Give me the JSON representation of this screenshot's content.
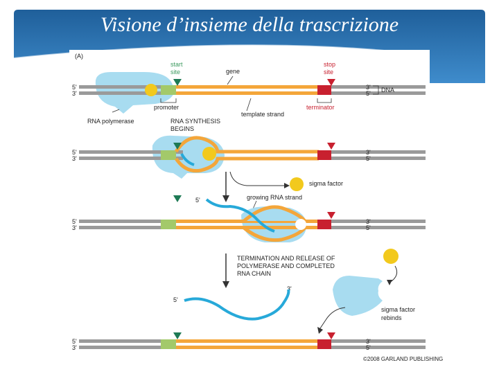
{
  "slide": {
    "title": "Visione d’insieme della trascrizione"
  },
  "figure": {
    "panel_label": "(A)",
    "start_site": [
      "start",
      "site"
    ],
    "gene": "gene",
    "stop_site": [
      "stop",
      "site"
    ],
    "dna": "DNA",
    "promoter": "promoter",
    "template_strand": "template strand",
    "terminator": "terminator",
    "rna_polymerase": "RNA polymerase",
    "rna_synthesis": [
      "RNA SYNTHESIS",
      "BEGINS"
    ],
    "sigma_factor": "sigma factor",
    "growing_rna": "growing RNA strand",
    "termination": [
      "TERMINATION AND RELEASE OF",
      "POLYMERASE AND COMPLETED",
      "RNA CHAIN"
    ],
    "sigma_rebinds": [
      "sigma factor",
      "rebinds"
    ],
    "five_prime": "5'",
    "three_prime": "3'",
    "copyright": "©2008 GARLAND PUBLISHING",
    "colors": {
      "dna_gray": "#9a9a9a",
      "gene_orange": "#f4a63a",
      "promoter_green": "#a3c96a",
      "terminator_red": "#c8202f",
      "polymerase_blue": "#a8dcf0",
      "rna_blue": "#27a9d9",
      "sigma_yellow": "#f2c91d"
    }
  }
}
